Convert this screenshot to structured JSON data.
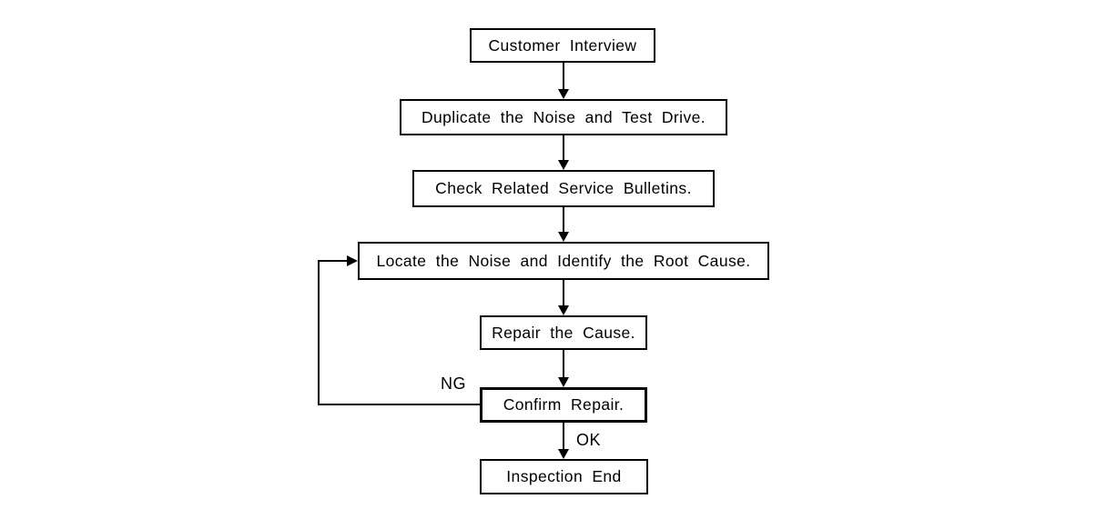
{
  "canvas": {
    "background": "#ffffff",
    "line_color": "#000000"
  },
  "flowchart": {
    "nodes": [
      {
        "id": "customer-interview",
        "label": "Customer Interview",
        "border": "normal"
      },
      {
        "id": "duplicate-noise-test-drive",
        "label": "Duplicate the Noise and Test Drive.",
        "border": "normal"
      },
      {
        "id": "check-service-bulletins",
        "label": "Check Related Service Bulletins.",
        "border": "normal"
      },
      {
        "id": "locate-noise-root-cause",
        "label": "Locate the Noise and Identify the Root Cause.",
        "border": "normal"
      },
      {
        "id": "repair-cause",
        "label": "Repair the Cause.",
        "border": "normal"
      },
      {
        "id": "confirm-repair",
        "label": "Confirm Repair.",
        "border": "thick"
      },
      {
        "id": "inspection-end",
        "label": "Inspection End",
        "border": "normal"
      }
    ],
    "edges": [
      {
        "from": "customer-interview",
        "to": "duplicate-noise-test-drive",
        "label": ""
      },
      {
        "from": "duplicate-noise-test-drive",
        "to": "check-service-bulletins",
        "label": ""
      },
      {
        "from": "check-service-bulletins",
        "to": "locate-noise-root-cause",
        "label": ""
      },
      {
        "from": "locate-noise-root-cause",
        "to": "repair-cause",
        "label": ""
      },
      {
        "from": "repair-cause",
        "to": "confirm-repair",
        "label": ""
      },
      {
        "from": "confirm-repair",
        "to": "inspection-end",
        "label": "OK"
      },
      {
        "from": "confirm-repair",
        "to": "locate-noise-root-cause",
        "label": "NG"
      }
    ],
    "edge_labels": {
      "ng": "NG",
      "ok": "OK"
    }
  }
}
